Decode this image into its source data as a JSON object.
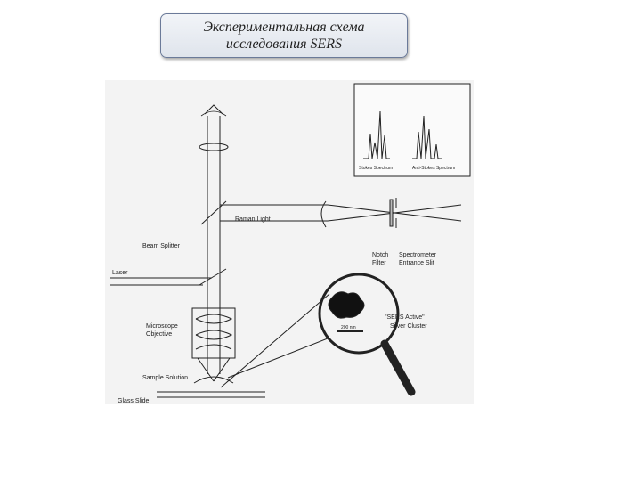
{
  "title": {
    "line1": "Экспериментальная схема",
    "line2": "исследования SERS"
  },
  "diagram": {
    "labels": {
      "raman_light": "Raman Light",
      "beam_splitter": "Beam Splitter",
      "laser": "Laser",
      "microscope_objective_1": "Microscope",
      "microscope_objective_2": "Objective",
      "sample_solution": "Sample Solution",
      "glass_slide": "Glass Slide",
      "notch_filter_1": "Notch",
      "notch_filter_2": "Filter",
      "spectrometer_1": "Spectrometer",
      "spectrometer_2": "Entrance Slit",
      "stokes_spectrum": "Stokes Spectrum",
      "anti_stokes_spectrum": "Anti-Stokes Spectrum",
      "sers_active": "\"SERS  Active\"",
      "silver_cluster": "Silver Cluster",
      "scale_bar": "200 nm"
    }
  }
}
